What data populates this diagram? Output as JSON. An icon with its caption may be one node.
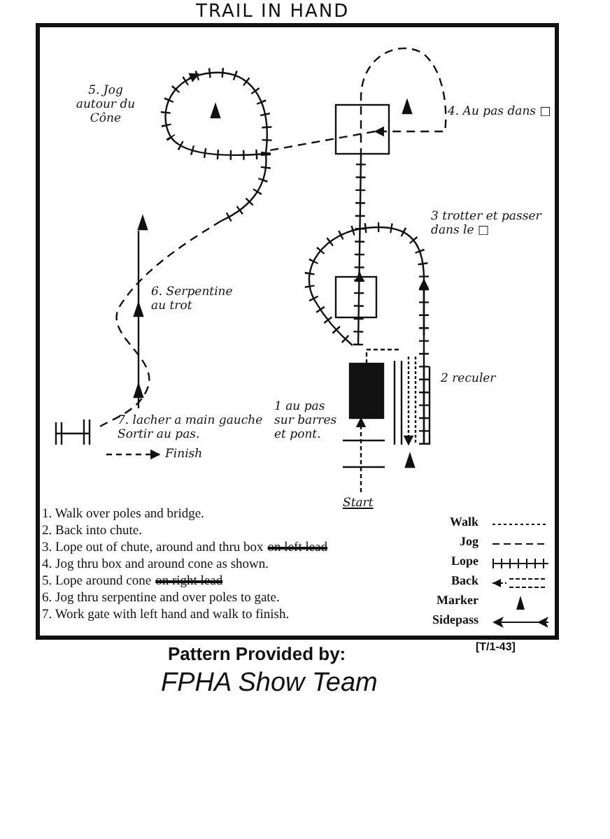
{
  "diagram": {
    "title": "TRAIL IN HAND",
    "labels": [
      "5. Jog autour du Cône",
      "4. Au pas dans □",
      "3 trotter et passer dans le □",
      "6. Serpentine au trot",
      "2 reculer",
      "1 au pas sur barres et pont.",
      "7. lacher a main gauche Sortir au pas.",
      "Finish",
      "Start",
      "1. Walk over poles and bridge.",
      "2. Back into chute.",
      "3. Lope out of chute, around and thru box",
      "on left lead",
      "4. Jog thru box and around cone as shown.",
      "5. Lope around cone",
      "on right lead",
      "6. Jog thru serpentine and over poles to gate.",
      "7. Work gate with left hand and walk to finish.",
      "Pattern Provided by:",
      "FPHA Show Team",
      "[T/1-43]"
    ],
    "legend": [
      {
        "text": "Walk"
      },
      {
        "text": "Jog"
      },
      {
        "text": "Lope"
      },
      {
        "text": "Back"
      },
      {
        "text": "Marker"
      },
      {
        "text": "Sidepass"
      }
    ]
  }
}
